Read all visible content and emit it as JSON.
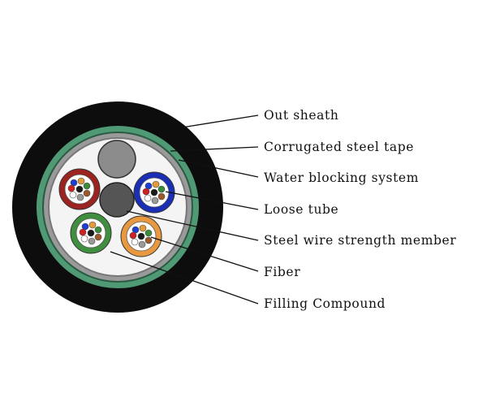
{
  "labels": {
    "out_sheath": "Out sheath",
    "corrugated_steel_tape": "Corrugated steel tape",
    "water_blocking_system": "Water blocking system",
    "loose_tube": "Loose tube",
    "steel_wire_strength_member": "Steel wire strength member",
    "fiber": "Fiber",
    "filling_compound": "Filling Compound"
  },
  "colors": {
    "outer_sheath": "#0d0d0d",
    "armor_green": "#4f9a74",
    "water_blocking_grey": "#9a9a9a",
    "core_fill": "#f4f4f4",
    "filler_rod": "#8c8c8c",
    "central_strength_member": "#555555",
    "tube_red": "#9c2420",
    "tube_blue": "#1a2fb4",
    "tube_green": "#3f8f3f",
    "tube_orange": "#e8983e"
  },
  "fiber_colors": [
    "#1e3fd0",
    "#e69b3a",
    "#3a8c3a",
    "#9c5a2a",
    "#9a9a9a",
    "#ffffff",
    "#d02020",
    "#1a1a1a"
  ]
}
